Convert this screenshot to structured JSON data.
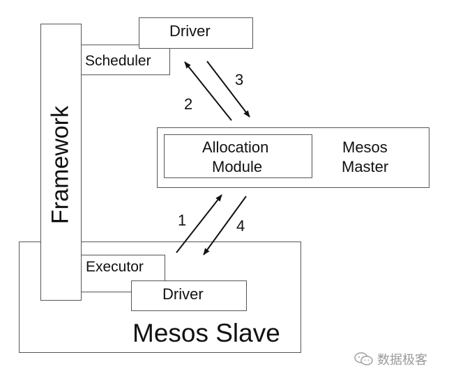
{
  "diagram": {
    "framework": {
      "label": "Framework"
    },
    "scheduler": {
      "label": "Scheduler"
    },
    "driver_top": {
      "label": "Driver"
    },
    "master": {
      "label_line1": "Mesos",
      "label_line2": "Master"
    },
    "allocation": {
      "label_line1": "Allocation",
      "label_line2": "Module"
    },
    "slave": {
      "label": "Mesos Slave"
    },
    "executor": {
      "label": "Executor"
    },
    "driver_bottom": {
      "label": "Driver"
    },
    "arrows": [
      {
        "label": "1"
      },
      {
        "label": "2"
      },
      {
        "label": "3"
      },
      {
        "label": "4"
      }
    ]
  },
  "watermark": {
    "text": "数据极客",
    "icon": "wechat-icon"
  }
}
